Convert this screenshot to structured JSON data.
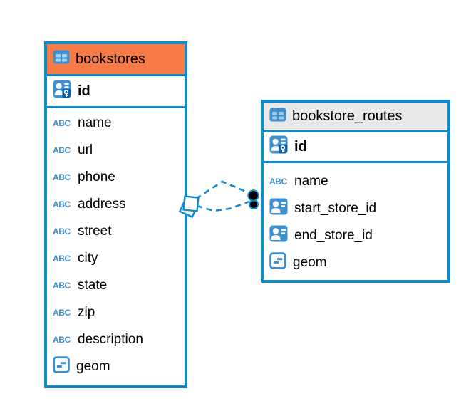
{
  "colors": {
    "accent_blue": "#0e8acd",
    "header_orange": "#f87a47",
    "header_gray": "#e9e9e9",
    "icon_blue": "#3e8fcd",
    "icon_dark_blue": "#0d5ea6",
    "icon_light_blue": "#a5cfec",
    "connector_dot": "#000000",
    "text": "#000000"
  },
  "icons": {
    "text_type_label": "ABC"
  },
  "tables": [
    {
      "title": "bookstores",
      "pk_label": "id",
      "columns": [
        {
          "label": "name",
          "type": "text"
        },
        {
          "label": "url",
          "type": "text"
        },
        {
          "label": "phone",
          "type": "text"
        },
        {
          "label": "address",
          "type": "text"
        },
        {
          "label": "street",
          "type": "text"
        },
        {
          "label": "city",
          "type": "text"
        },
        {
          "label": "state",
          "type": "text"
        },
        {
          "label": "zip",
          "type": "text"
        },
        {
          "label": "description",
          "type": "text"
        },
        {
          "label": "geom",
          "type": "geometry"
        }
      ]
    },
    {
      "title": "bookstore_routes",
      "pk_label": "id",
      "columns": [
        {
          "label": "name",
          "type": "text"
        },
        {
          "label": "start_store_id",
          "type": "reference"
        },
        {
          "label": "end_store_id",
          "type": "reference"
        },
        {
          "label": "geom",
          "type": "geometry"
        }
      ]
    }
  ],
  "relationships": [
    {
      "from": "bookstores",
      "to": "bookstore_routes",
      "line_style": "dashed",
      "line_count": 2,
      "source_marker": "stacked-diamonds",
      "target_marker": "stacked-filled-dots"
    }
  ]
}
